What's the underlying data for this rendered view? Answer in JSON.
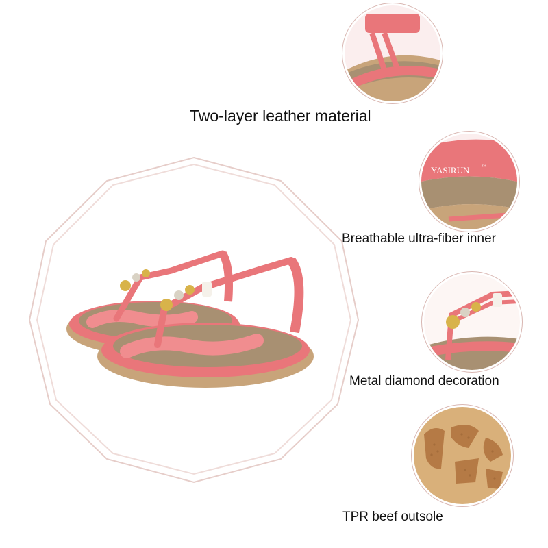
{
  "features": [
    {
      "label": "Two-layer leather material",
      "icon": "leather-closeup"
    },
    {
      "label": "Breathable ultra-fiber inner",
      "icon": "insole-closeup"
    },
    {
      "label": "Metal diamond decoration",
      "icon": "bead-closeup"
    },
    {
      "label": "TPR beef outsole",
      "icon": "outsole-closeup"
    }
  ],
  "insole_brand": "YASIRUN",
  "insole_brand_mark": "™",
  "colors": {
    "strap_pink": "#e9767a",
    "insole_taupe": "#a89072",
    "sole_tan": "#c8a47a",
    "frame_line": "#e3c8c4"
  }
}
